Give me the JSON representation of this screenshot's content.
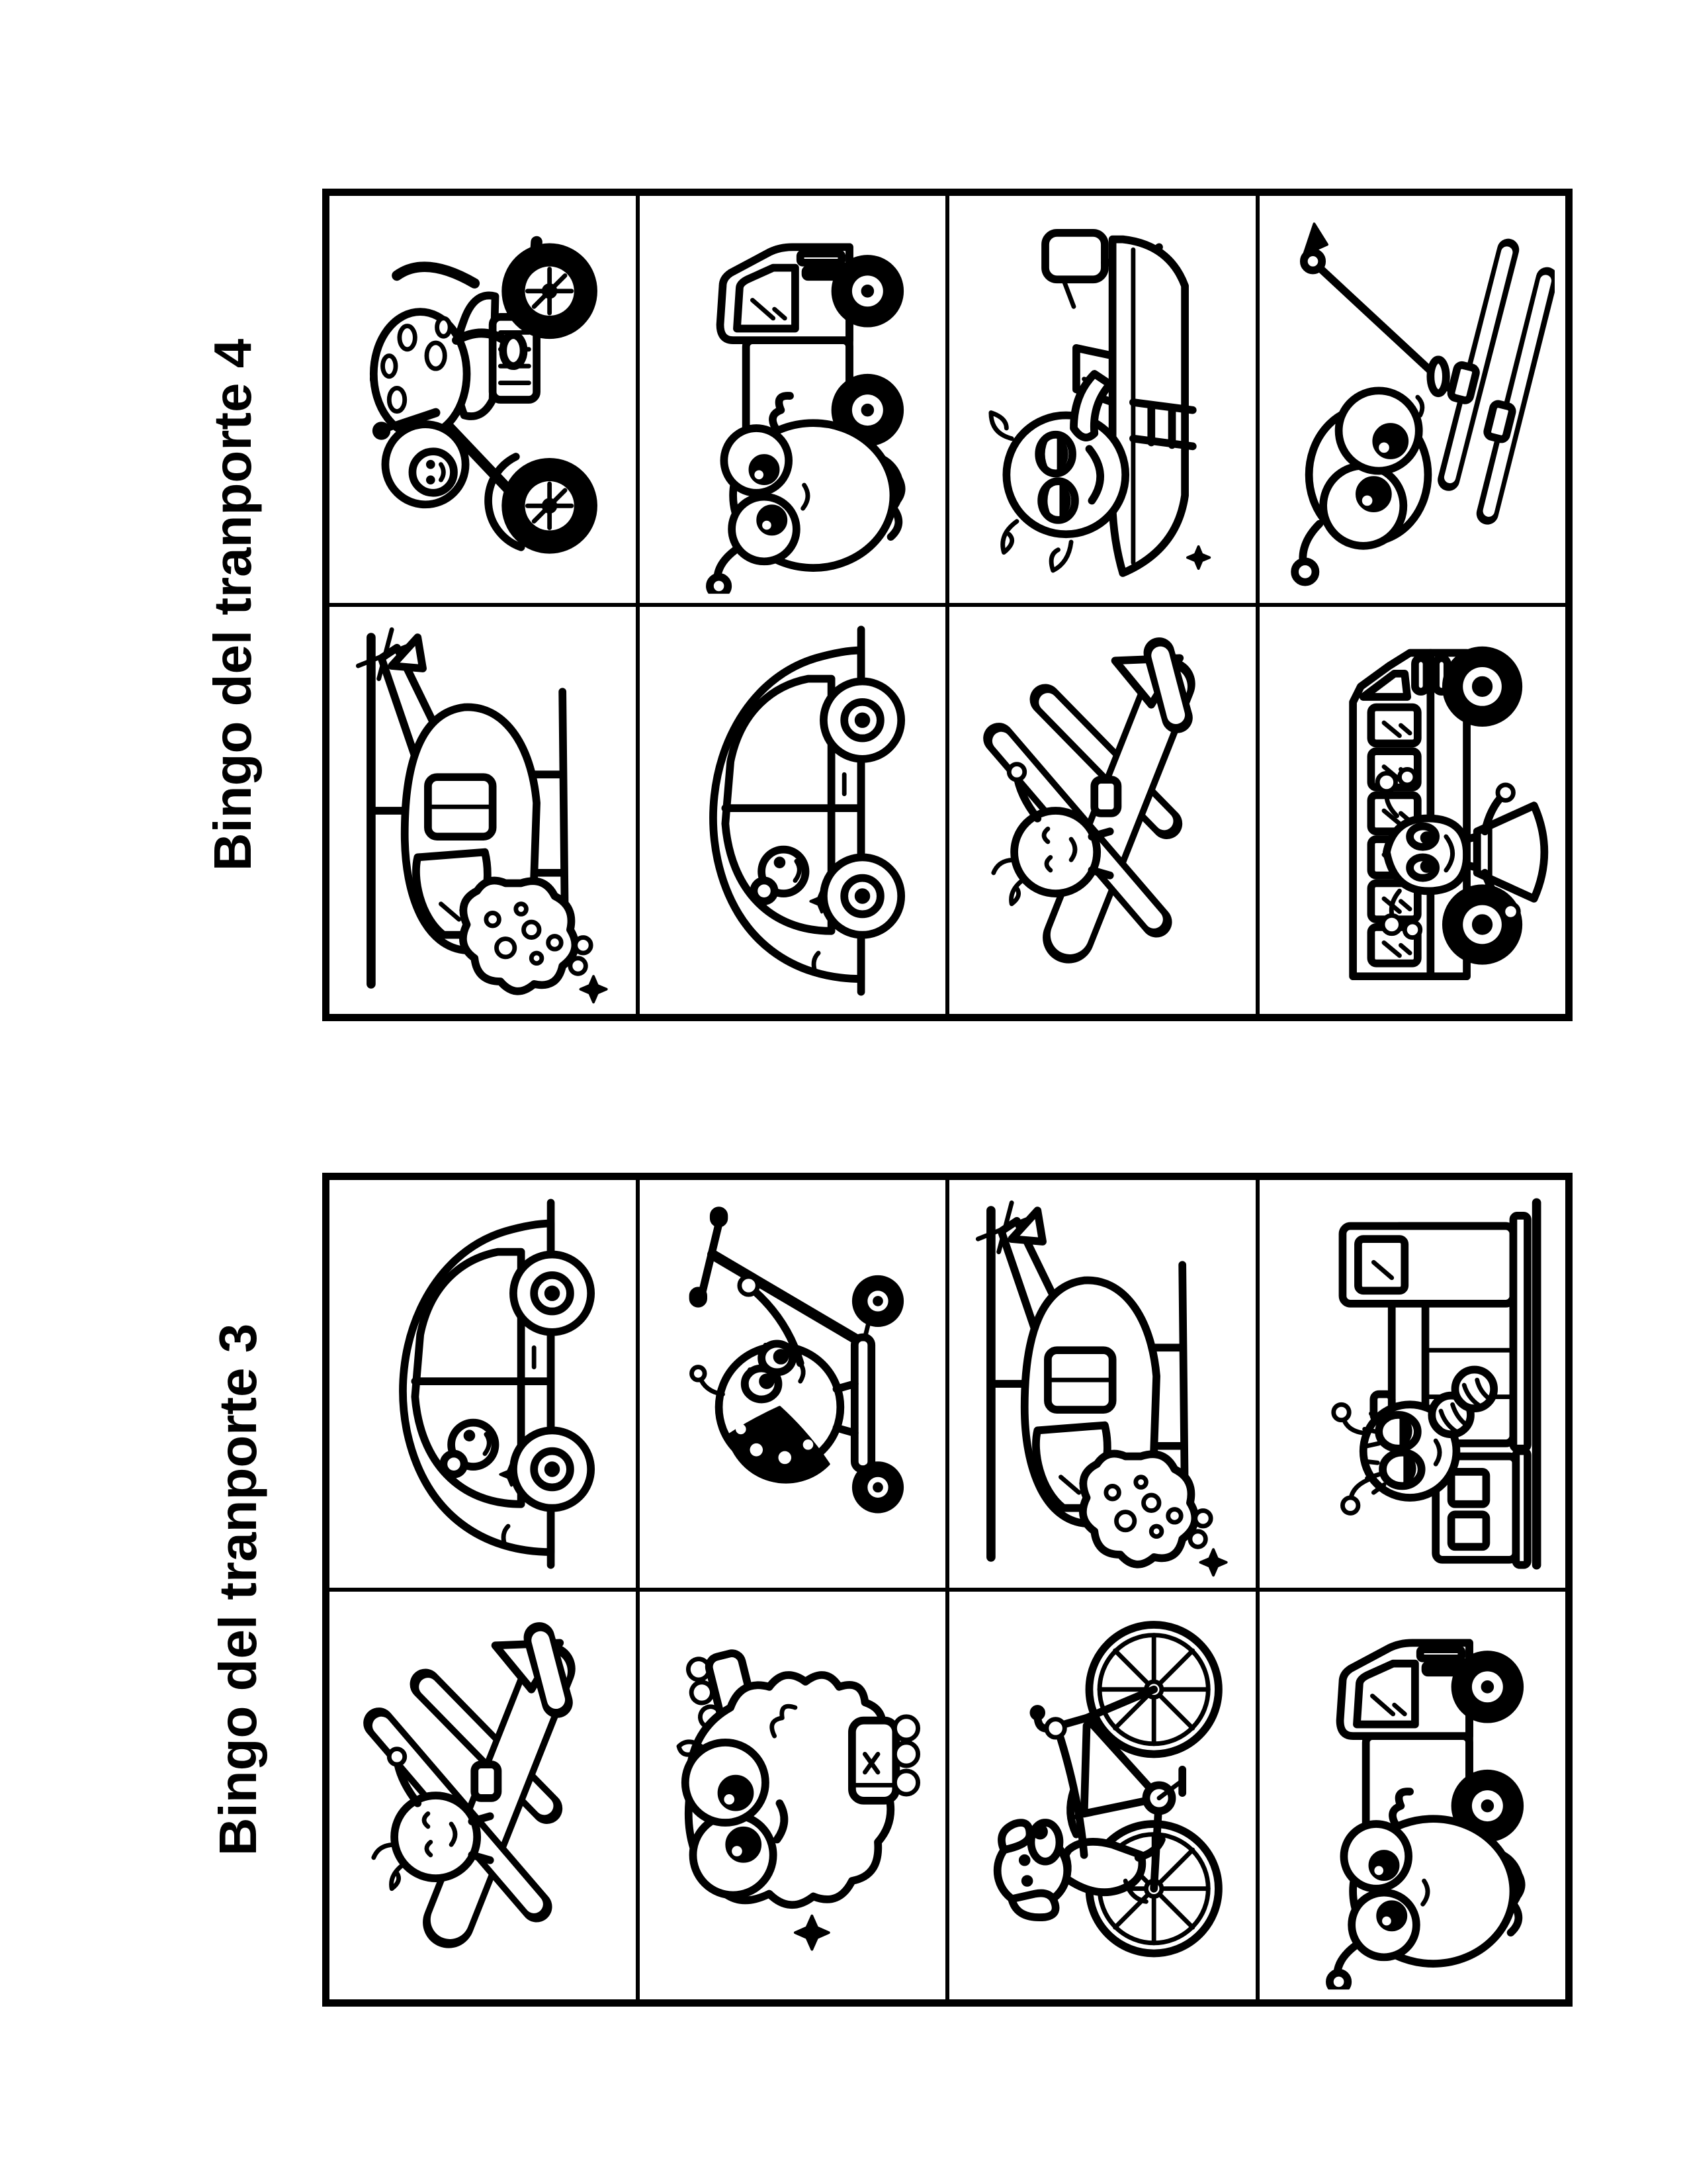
{
  "page": {
    "background_color": "#ffffff",
    "ink_color": "#000000"
  },
  "cards": [
    {
      "title": "Bingo del tranporte 4",
      "cells": [
        {
          "item": "motorcycle"
        },
        {
          "item": "truck"
        },
        {
          "item": "speedboat"
        },
        {
          "item": "skis"
        },
        {
          "item": "helicopter"
        },
        {
          "item": "car"
        },
        {
          "item": "airplane"
        },
        {
          "item": "school-bus"
        }
      ]
    },
    {
      "title": "Bingo del tranporte 3",
      "cells": [
        {
          "item": "car"
        },
        {
          "item": "scooter"
        },
        {
          "item": "helicopter"
        },
        {
          "item": "train"
        },
        {
          "item": "airplane"
        },
        {
          "item": "roller-skates"
        },
        {
          "item": "bicycle"
        },
        {
          "item": "truck"
        }
      ]
    }
  ]
}
